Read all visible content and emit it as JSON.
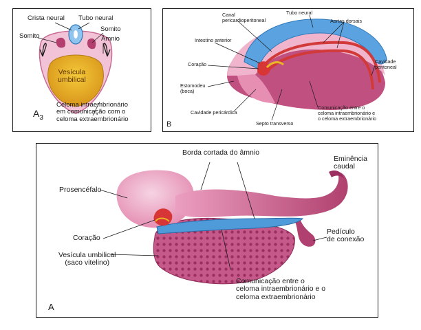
{
  "panelA3": {
    "id": "A",
    "id_sub": "3",
    "labels": {
      "crista_neural": "Crista neural",
      "tubo_neural": "Tubo neural",
      "somito_left": "Somito",
      "somito_right": "Somito",
      "amnio": "Âmnio",
      "vesicula": "Vesícula\numbilical",
      "celoma": "Celoma intraembrionário\nem comunicação com o\nceloma extraembrionário"
    }
  },
  "panelB": {
    "id": "B",
    "labels": {
      "canal": "Canal\npericardioperitoneal",
      "tubo_neural": "Tubo neural",
      "aortas": "Aortas dorsais",
      "intestino": "Intestino anterior",
      "coracao": "Coração",
      "cavidade_peritoneal": "Cavidade\nperitoneal",
      "estomodeu": "Estomodeu\n(boca)",
      "cavidade_pericardica": "Cavidade pericárdica",
      "septo": "Septo transverso",
      "comunicacao": "Comunicação entre o\nceloma intraembrionário e\no celoma extraembrionário"
    }
  },
  "panelA": {
    "id": "A",
    "labels": {
      "borda": "Borda cortada do âmnio",
      "eminencia": "Eminência\ncaudal",
      "prosencefalo": "Prosencéfalo",
      "pediculo": "Pedículo\nde conexão",
      "coracao": "Coração",
      "vesicula": "Vesícula umbilical\n(saco vitelino)",
      "comunicacao": "Comunicação entre o\nceloma intraembrionário e o\nceloma extraembrionário"
    }
  },
  "colors": {
    "embryo_pink": "#e58fb4",
    "magenta": "#b0406f",
    "neural_blue": "#4f9ad8",
    "aorta_red": "#d23a3a",
    "yolk_yellow": "#e9b628",
    "heart_red": "#d83636"
  }
}
